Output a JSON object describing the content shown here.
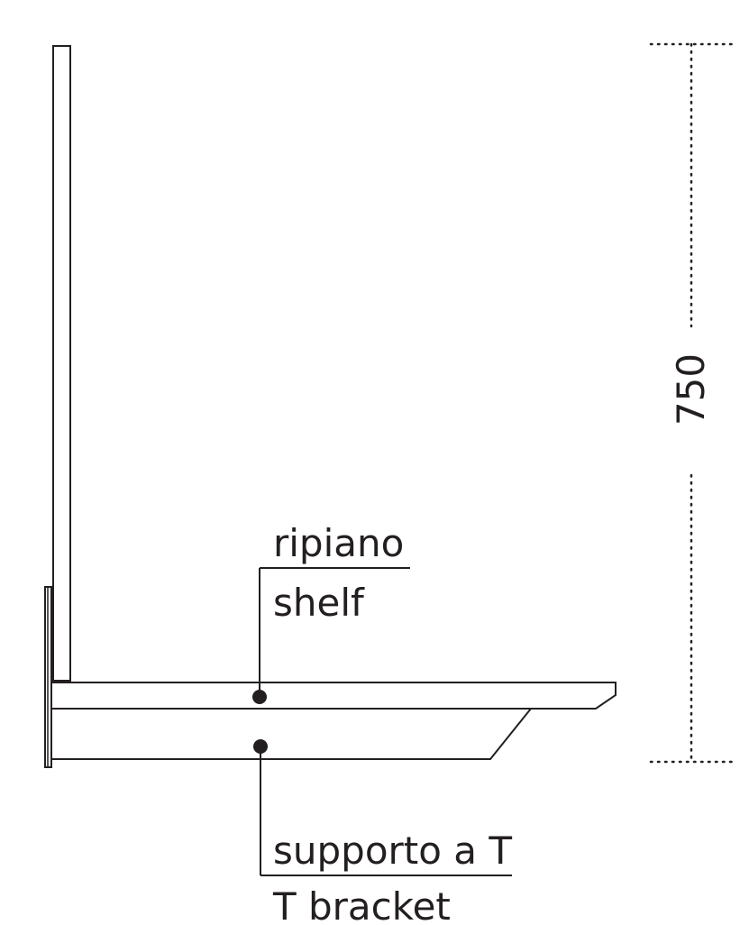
{
  "colors": {
    "ink": "#231f20",
    "background": "#ffffff"
  },
  "labels": {
    "shelf_it": "ripiano",
    "shelf_en": "shelf",
    "bracket_it": "supporto a T",
    "bracket_en": "T bracket"
  },
  "dimension": {
    "height_value": "750"
  }
}
